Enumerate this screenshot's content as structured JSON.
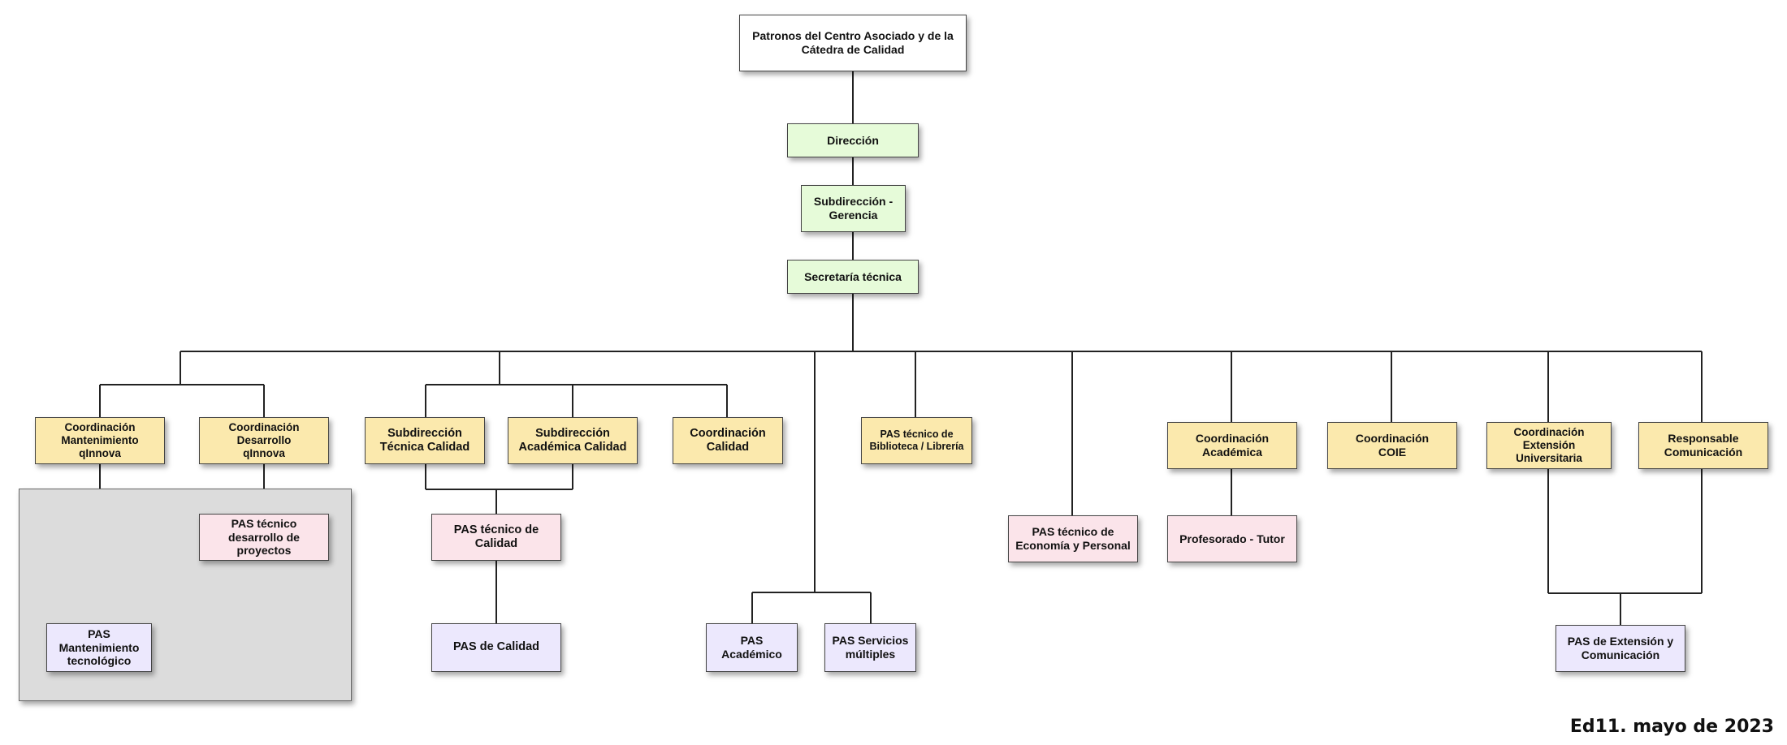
{
  "nodes": {
    "patronos": "Patronos del Centro Asociado y de la\nCátedra de Calidad",
    "direccion": "Dirección",
    "subdireccion_gerencia": "Subdirección -\nGerencia",
    "secretaria_tecnica": "Secretaría técnica",
    "coord_mantenimiento": "Coordinación\nMantenimiento\nqInnova",
    "coord_desarrollo": "Coordinación\nDesarrollo\nqInnova",
    "pas_tecnico_desarrollo": "PAS técnico\ndesarrollo de\nproyectos",
    "pas_mantenimiento": "PAS\nMantenimiento\ntecnológico",
    "subdir_tecnica_calidad": "Subdirección\nTécnica Calidad",
    "subdir_academica_calidad": "Subdirección\nAcadémica Calidad",
    "coord_calidad": "Coordinación\nCalidad",
    "pas_tecnico_calidad": "PAS técnico de\nCalidad",
    "pas_calidad": "PAS de Calidad",
    "pas_academico": "PAS\nAcadémico",
    "pas_servicios": "PAS Servicios\nmúltiples",
    "pas_biblioteca": "PAS técnico de\nBiblioteca / Librería",
    "pas_economia": "PAS técnico de\nEconomía y Personal",
    "coord_academica": "Coordinación\nAcadémica",
    "profesorado_tutor": "Profesorado - Tutor",
    "coord_coie": "Coordinación\nCOIE",
    "coord_extension": "Coordinación\nExtensión\nUniversitaria",
    "responsable_comunicacion": "Responsable\nComunicación",
    "pas_extension": "PAS de Extensión y\nComunicación"
  },
  "footer": "Ed11. mayo de 2023",
  "colors": {
    "white": "#ffffff",
    "green": "#e6fbd9",
    "yellow": "#fbe9ad",
    "pink": "#fbe4ea",
    "violet": "#ece8fd",
    "group_background": "#dcdcdc",
    "line": "#222222"
  }
}
